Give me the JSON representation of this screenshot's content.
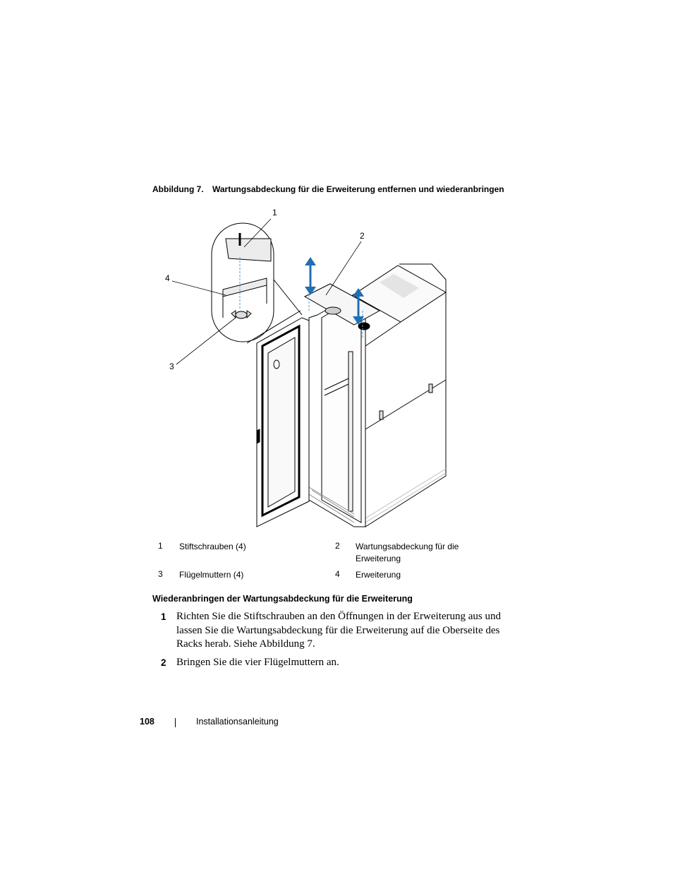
{
  "figure": {
    "label": "Abbildung 7.",
    "title": "Wartungsabdeckung für die Erweiterung entfernen und wiederanbringen",
    "callouts": [
      "1",
      "2",
      "3",
      "4"
    ]
  },
  "legend": [
    {
      "num": "1",
      "text": "Stiftschrauben (4)"
    },
    {
      "num": "2",
      "text": "Wartungsabdeckung für die Erweiterung"
    },
    {
      "num": "3",
      "text": "Flügelmuttern (4)"
    },
    {
      "num": "4",
      "text": "Erweiterung"
    }
  ],
  "section": {
    "heading": "Wiederanbringen der Wartungsabdeckung für die Erweiterung",
    "steps": [
      {
        "num": "1",
        "text": "Richten Sie die Stiftschrauben an den Öffnungen in der Erweiterung aus und lassen Sie die Wartungsabdeckung für die Erweiterung auf die Oberseite des Racks herab. Siehe Abbildung 7."
      },
      {
        "num": "2",
        "text": "Bringen Sie die vier Flügelmuttern an."
      }
    ]
  },
  "footer": {
    "page_number": "108",
    "doc_title": "Installationsanleitung"
  },
  "colors": {
    "arrow": "#1f6fb5",
    "guide_line": "#4aa0d8",
    "panel_fill": "#ececec"
  }
}
